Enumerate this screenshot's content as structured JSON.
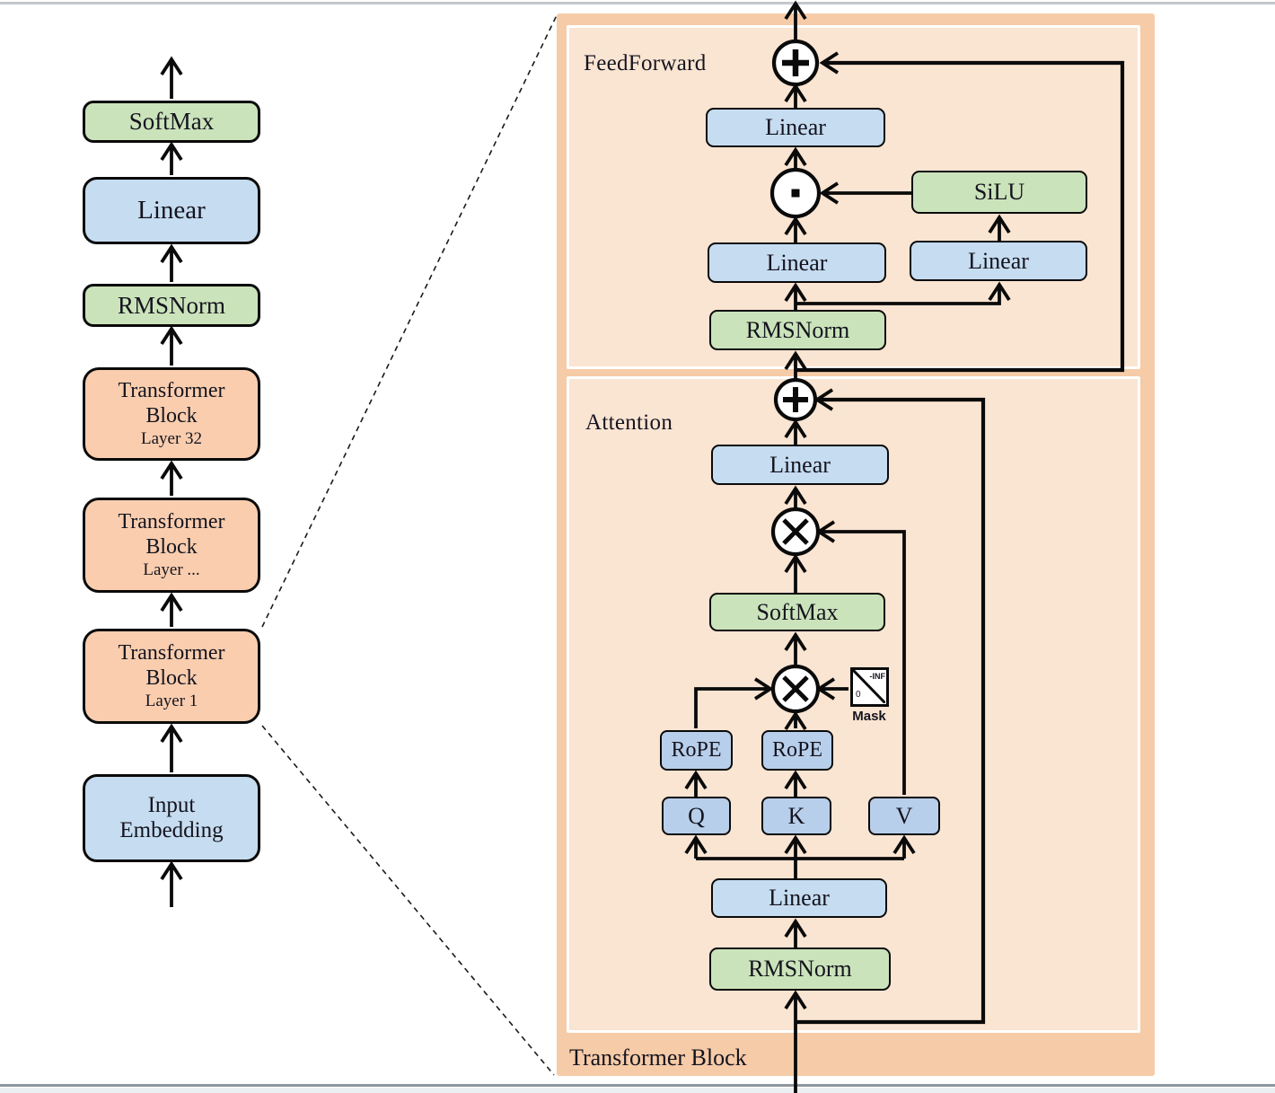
{
  "left_column": {
    "blocks": [
      {
        "id": "softmax",
        "label": "SoftMax"
      },
      {
        "id": "linear",
        "label": "Linear"
      },
      {
        "id": "rmsnorm",
        "label": "RMSNorm"
      },
      {
        "id": "tb-32",
        "label": "Transformer Block",
        "sublabel": "Layer 32"
      },
      {
        "id": "tb-dots",
        "label": "Transformer Block",
        "sublabel": "Layer ..."
      },
      {
        "id": "tb-1",
        "label": "Transformer Block",
        "sublabel": "Layer 1"
      },
      {
        "id": "input",
        "label": "Input Embedding"
      }
    ]
  },
  "panel": {
    "title": "Transformer Block",
    "feedforward": {
      "label": "FeedForward",
      "linear_out": "Linear",
      "silu": "SiLU",
      "linear_gate": "Linear",
      "linear_up": "Linear",
      "rmsnorm": "RMSNorm"
    },
    "attention": {
      "label": "Attention",
      "linear_out": "Linear",
      "softmax": "SoftMax",
      "rope_q": "RoPE",
      "rope_k": "RoPE",
      "q": "Q",
      "k": "K",
      "v": "V",
      "linear_qkv": "Linear",
      "rmsnorm": "RMSNorm",
      "mask": {
        "label": "Mask",
        "neg_inf": "-INF",
        "zero": "0"
      }
    }
  },
  "colors": {
    "outer_panel": "#f6cba7",
    "inner_panel": "#fae4d2",
    "block_orange": "#f9cdae",
    "block_green": "#cbe3ba",
    "block_blue": "#c6dcf0",
    "block_blue_small": "#b8cfeb",
    "line": "#0a0a0a"
  }
}
